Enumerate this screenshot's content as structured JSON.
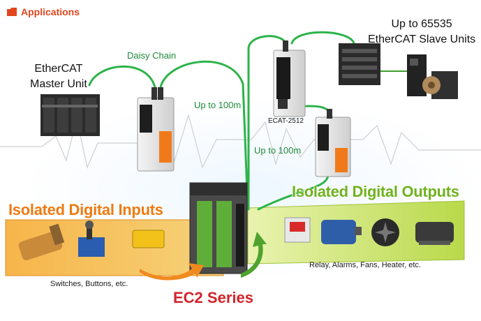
{
  "header": {
    "title": "Applications",
    "icon": "folder-icon"
  },
  "labels": {
    "master_line1": "EtherCAT",
    "master_line2": "Master Unit",
    "daisy_chain": "Daisy Chain",
    "up_to_100m_a": "Up to 100m",
    "up_to_100m_b": "Up to 100m",
    "slave_line1": "Up to 65535",
    "slave_line2": "EtherCAT Slave Units",
    "ecat_model": "ECAT-2512",
    "inputs_title": "Isolated Digital Inputs",
    "outputs_title": "Isolated Digital Outputs",
    "inputs_caption": "Switches, Buttons, etc.",
    "outputs_caption": "Relay, Alarms, Fans, Heater, etc.",
    "series_title": "EC2 Series"
  },
  "colors": {
    "header": "#e1461e",
    "cable": "#2db34a",
    "inputs_title": "#ee7a12",
    "outputs_title": "#6fb21f",
    "series_title": "#d2232a",
    "inputs_band": "#f2a23a",
    "outputs_band": "#b8d84a"
  }
}
